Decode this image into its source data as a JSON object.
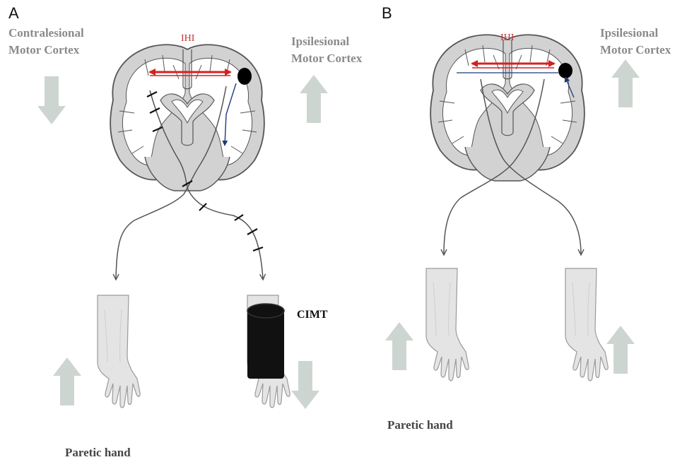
{
  "panels": [
    {
      "letter": "A",
      "contralesional_label": [
        "Contralesional",
        "Motor Cortex"
      ],
      "ipsilesional_label": [
        "Ipsilesional",
        "Motor Cortex"
      ],
      "ihi_label": "IHI",
      "cimt_label": "CIMT",
      "paretic_hand_label": "Paretic hand",
      "contralesional_activity": "decrease",
      "ipsilesional_activity": "increase",
      "left_hand_use": "increase",
      "right_hand_use": "decrease",
      "right_hand_restrained": true
    },
    {
      "letter": "B",
      "ipsilesional_label": [
        "Ipsilesional",
        "Motor Cortex"
      ],
      "ihi_label": "IHI",
      "paretic_hand_label": "Paretic hand",
      "ipsilesional_activity": "increase",
      "left_hand_use": "increase",
      "right_hand_use": "increase"
    }
  ],
  "colors": {
    "brain_outline": "#555555",
    "grey_matter": "#d2d2d2",
    "white_matter": "#ffffff",
    "ihi_arrow": "#d62020",
    "ihi_text": "#c83232",
    "activity_arrow": "#cdd5d1",
    "lesion": "#000000",
    "tract": "#1f3a7a",
    "skin": "#e4e4e4",
    "cast": "#111111"
  }
}
